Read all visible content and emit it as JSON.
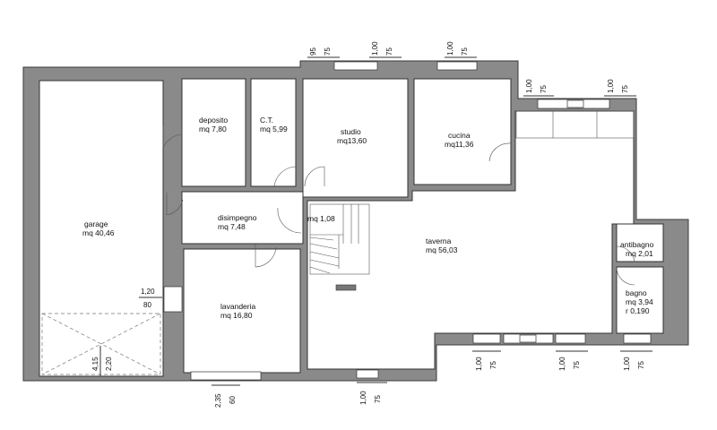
{
  "rooms": {
    "garage": {
      "name": "garage",
      "area": "mq 40,46"
    },
    "deposito": {
      "name": "deposito",
      "area": "mq 7,80"
    },
    "ct": {
      "name": "C.T.",
      "area": "mq 5,99"
    },
    "studio": {
      "name": "studio",
      "area": "mq13,60"
    },
    "cucina": {
      "name": "cucina",
      "area": "mq11,36"
    },
    "disimpegno": {
      "name": "disimpegno",
      "area": "mq 7,48"
    },
    "mq108": {
      "area": "mq 1,08"
    },
    "taverna": {
      "name": "taverna",
      "area": "mq 56,03"
    },
    "lavanderia": {
      "name": "lavanderia",
      "area": "mq 16,80"
    },
    "antibagno": {
      "name": "antibagno",
      "area": "mq 2,01"
    },
    "bagno": {
      "name": "bagno",
      "area": "mq 3,94",
      "note": "r 0,190"
    }
  },
  "dimensions": {
    "top": [
      {
        "a": "95",
        "b": "75"
      },
      {
        "a": "1,00",
        "b": "75"
      },
      {
        "a": "1,00",
        "b": "75"
      },
      {
        "a": "1,00",
        "b": "75"
      },
      {
        "a": "1,00",
        "b": "75"
      }
    ],
    "bottom": [
      {
        "a": "2,35",
        "b": "60"
      },
      {
        "a": "1,00",
        "b": "75"
      },
      {
        "a": "1,00",
        "b": "75"
      },
      {
        "a": "1,00",
        "b": "75"
      },
      {
        "a": "1,00",
        "b": "75"
      }
    ],
    "garage_door": {
      "a": "1,20",
      "b": "80"
    },
    "garage_opening": {
      "a": "4,15",
      "b": "2,20"
    }
  }
}
